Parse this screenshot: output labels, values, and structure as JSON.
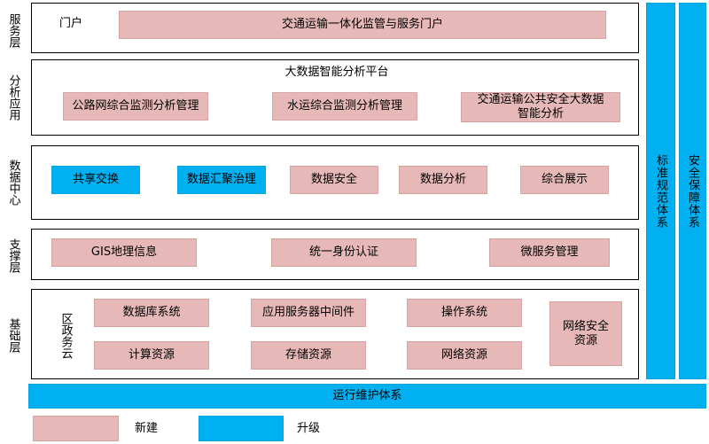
{
  "layers": {
    "service": "服务层",
    "analysis": "分析应用",
    "datacenter": "数据中心",
    "support": "支撑层",
    "base": "基础层"
  },
  "service": {
    "portal_label": "门户",
    "portal_box": "交通运输一体化监管与服务门户"
  },
  "analysis": {
    "platform_title": "大数据智能分析平台",
    "items": [
      "公路网综合监测分析管理",
      "水运综合监测分析管理",
      "交通运输公共安全大数据智能分析"
    ]
  },
  "datacenter": {
    "items": [
      "共享交换",
      "数据汇聚治理",
      "数据安全",
      "数据分析",
      "综合展示"
    ]
  },
  "support": {
    "items": [
      "GIS地理信息",
      "统一身份认证",
      "微服务管理"
    ]
  },
  "base": {
    "cloud_label": "区政务云",
    "items": [
      "数据库系统",
      "应用服务器中间件",
      "操作系统",
      "计算资源",
      "存储资源",
      "网络资源",
      "网络安全资源"
    ]
  },
  "side": {
    "standards": "标准规范体系",
    "security": "安全保障体系"
  },
  "ops": "运行维护体系",
  "legend": {
    "new_label": "新建",
    "upgrade_label": "升级"
  },
  "colors": {
    "new": "#e6b9b8",
    "upgrade": "#00b0f0"
  }
}
